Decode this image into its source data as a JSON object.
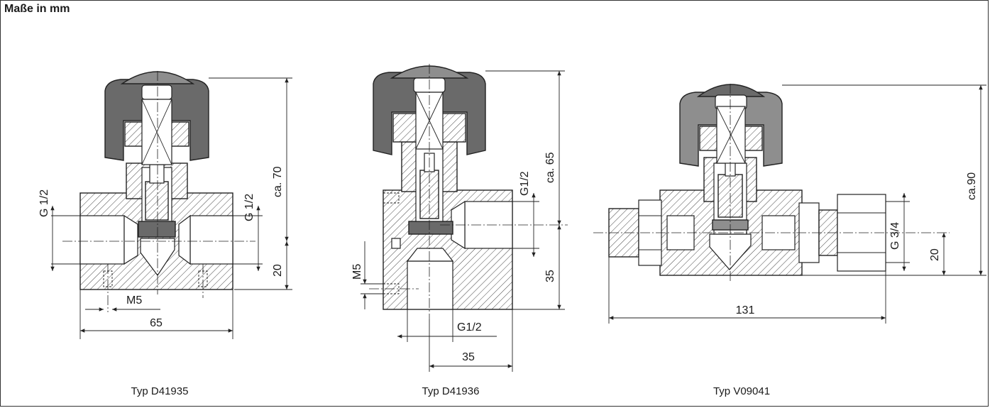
{
  "header": {
    "title": "Maße in mm"
  },
  "views": [
    {
      "caption": "Typ D41935",
      "dims": {
        "width": "65",
        "thread_left": "G 1/2",
        "thread_right": "G 1/2",
        "height": "ca. 70",
        "low": "20",
        "mount": "M5"
      }
    },
    {
      "caption": "Typ  D41936",
      "dims": {
        "thread_right": "G1/2",
        "height": "ca. 65",
        "low": "35",
        "mount": "M5",
        "thread_bottom": "G1/2",
        "bottom_width": "35"
      }
    },
    {
      "caption": "Typ V09041",
      "dims": {
        "length": "131",
        "thread": "G 3/4",
        "low": "20",
        "height": "ca.90"
      }
    }
  ]
}
